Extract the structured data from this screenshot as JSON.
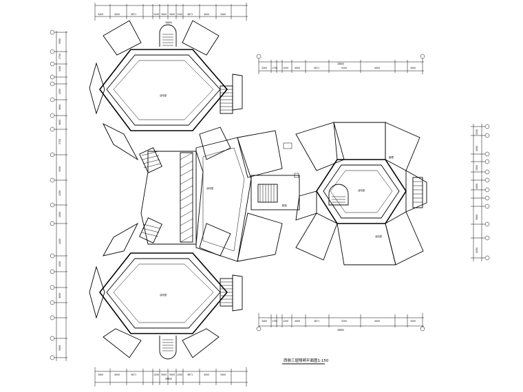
{
  "drawing": {
    "title": "西侧三层照明平面图1:150",
    "room_labels": [
      "活动室",
      "活动室",
      "活动室",
      "活动室",
      "活动室",
      "配电",
      "管理"
    ],
    "dim_top": [
      "3400",
      "4000",
      "3871",
      "1200",
      "3000",
      "3000",
      "1200",
      "3871",
      "4000",
      "3400"
    ],
    "dim_bottom": [
      "3400",
      "4000",
      "3871",
      "1200",
      "3000",
      "3000",
      "1200",
      "3871",
      "4000",
      "3400"
    ],
    "dim_mid_top": [
      "3400",
      "1700",
      "1200",
      "4000",
      "3871",
      "5200",
      "4000",
      "3400"
    ],
    "dim_mid_bottom": [
      "3400",
      "1700",
      "1200",
      "4000",
      "3871",
      "5200",
      "4000",
      "3400"
    ],
    "dim_left": [
      "5900",
      "1750",
      "1400",
      "4200",
      "3600",
      "3650",
      "3720",
      "3450",
      "1200",
      "2000",
      "4200",
      "4200",
      "3800",
      "5900"
    ],
    "dim_right": [
      "5200",
      "1800",
      "1900",
      "4000",
      "3800",
      "5200"
    ],
    "totals": [
      "28800",
      "28800",
      "28800",
      "28800"
    ]
  }
}
